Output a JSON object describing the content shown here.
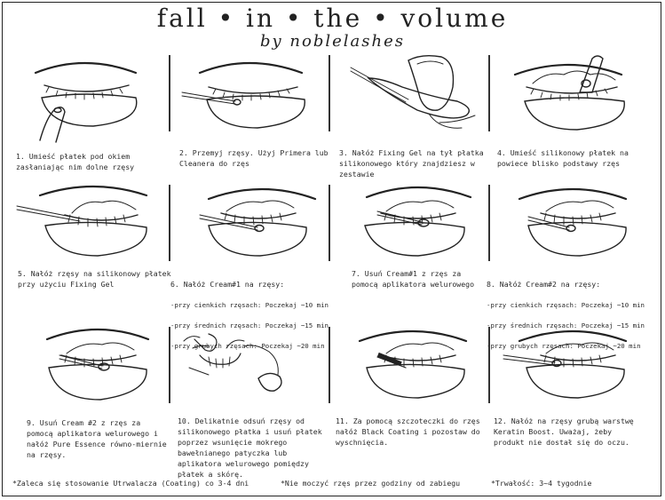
{
  "header": {
    "title": "fall • in • the • volume",
    "subtitle": "by noblelashes"
  },
  "steps": [
    {
      "text": "1. Umieść płatek pod okiem zasłaniając nim dolne rzęsy"
    },
    {
      "text": "2. Przemyj rzęsy. Użyj Primera lub Cleanera do rzęs"
    },
    {
      "text": "3. Nałóż Fixing Gel na tył płatka silikonowego który znajdziesz w zestawie"
    },
    {
      "text": "4. Umieść silikonowy płatek na powiece blisko podstawy rzęs"
    },
    {
      "text": "5. Nałóż rzęsy na silikonowy płatek przy użyciu Fixing Gel"
    },
    {
      "text": "6. Nałóż Cream#1 na rzęsy:",
      "notes": [
        "-przy cienkich rzęsach: Poczekaj ~10 min",
        "-przy średnich rzęsach: Poczekaj ~15 min",
        "-przy grubych rzęsach: Poczekaj ~20 min"
      ]
    },
    {
      "text": "7. Usuń Cream#1 z rzęs za pomocą aplikatora welurowego"
    },
    {
      "text": "8. Nałóż Cream#2 na rzęsy:",
      "notes": [
        "-przy cienkich rzęsach: Poczekaj ~10 min",
        "-przy średnich rzęsach: Poczekaj ~15 min",
        "-przy grubych rzęsach: Poczekaj ~20 min"
      ]
    },
    {
      "text": "9. Usuń Cream #2 z rzęs za pomocą aplikatora welurowego i nałóż Pure Essence równo-miernie na rzęsy."
    },
    {
      "text": "10. Delikatnie odsuń rzęsy od silikonowego płatka i usuń płatek poprzez wsunięcie mokrego bawełnianego patyczka lub aplikatora welurowego pomiędzy płatek a skórę."
    },
    {
      "text": "11. Za pomocą szczoteczki do rzęs nałóż Black Coating i pozostaw do wyschnięcia."
    },
    {
      "text": "12. Nałóż na rzęsy grubą warstwę Keratin Boost. Uważaj, żeby produkt nie dostał się do oczu."
    }
  ],
  "footer": {
    "note1": "*Zaleca się stosowanie Utrwalacza (Coating) co 3-4 dni",
    "note2": "*Nie moczyć rzęs przez godziny od zabiegu",
    "duration": "*Trwałość:  3~4 tygodnie"
  },
  "colors": {
    "ink": "#222222",
    "background": "#ffffff"
  }
}
